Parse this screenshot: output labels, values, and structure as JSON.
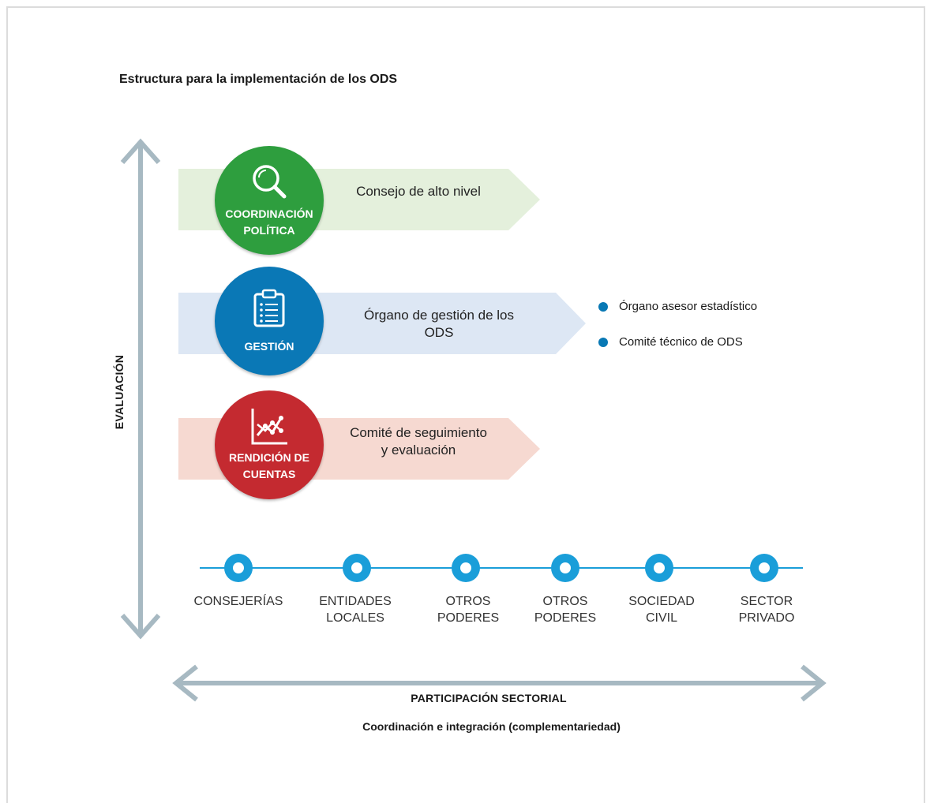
{
  "title": "Estructura para la implementación de los ODS",
  "vertical_axis_label": "EVALUACIÓN",
  "horizontal_axis_label": "PARTICIPACIÓN SECTORIAL",
  "footer": "Coordinación e integración (complementariedad)",
  "colors": {
    "green": "#2e9e3e",
    "green_band": "#e4f0dc",
    "blue": "#0a78b6",
    "blue_band": "#dde7f4",
    "red": "#c42a30",
    "red_band": "#f6d9d1",
    "node": "#1a9ed9",
    "arrow": "#a7b9c2"
  },
  "levels": [
    {
      "circle_label": "COORDINACIÓN POLÍTICA",
      "icon": "magnifier-icon",
      "band_text": "Consejo de alto nivel"
    },
    {
      "circle_label": "GESTIÓN",
      "icon": "clipboard-icon",
      "band_text": "Órgano de gestión de los ODS"
    },
    {
      "circle_label": "RENDICIÓN DE CUENTAS",
      "icon": "line-chart-icon",
      "band_text": "Comité de seguimiento y evaluación"
    }
  ],
  "gestion_bullets": [
    "Órgano asesor estadístico",
    "Comité técnico de ODS"
  ],
  "sectors": [
    "CONSEJERÍAS",
    "ENTIDADES LOCALES",
    "OTROS PODERES",
    "OTROS PODERES",
    "SOCIEDAD CIVIL",
    "SECTOR PRIVADO"
  ]
}
